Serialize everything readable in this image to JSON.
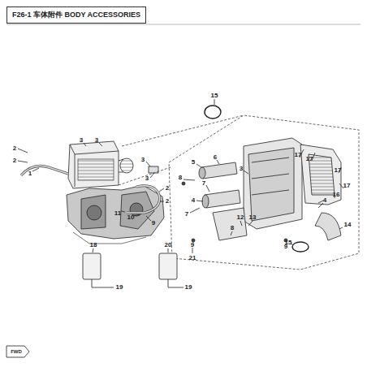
{
  "diagram": {
    "title": "F26-1 车体附件 BODY ACCESSORIES",
    "labels": [
      "3",
      "3",
      "2",
      "2",
      "1",
      "3",
      "3",
      "2",
      "2",
      "11",
      "10",
      "9",
      "15",
      "17",
      "17",
      "17",
      "17",
      "16",
      "5",
      "6",
      "8",
      "3",
      "4",
      "7",
      "7",
      "12",
      "13",
      "8",
      "4",
      "14",
      "15",
      "9",
      "9",
      "21",
      "18",
      "19",
      "20",
      "19",
      "FWD"
    ]
  }
}
